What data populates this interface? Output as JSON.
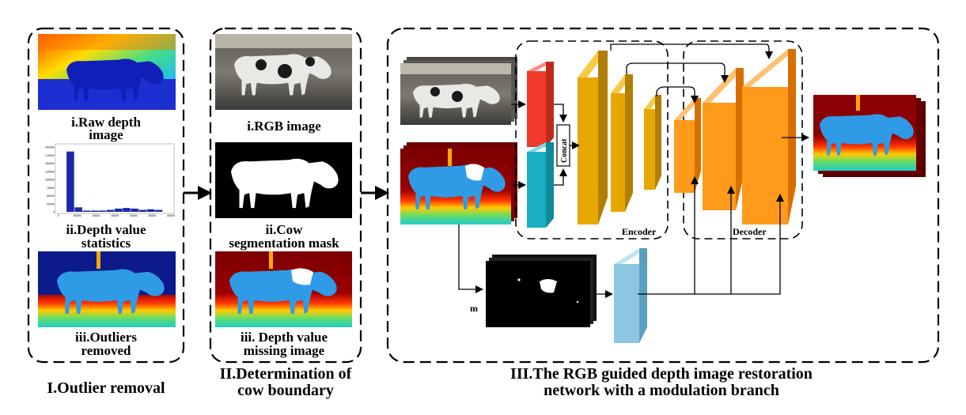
{
  "panel1": {
    "image1_label": [
      "i.Raw depth",
      "image"
    ],
    "image2_label": [
      "ii.Depth value",
      "statistics"
    ],
    "image3_label": [
      "iii.Outliers",
      "removed"
    ],
    "histogram": {
      "y_ticks": [
        "200000",
        "175000",
        "150000",
        "125000",
        "100000",
        "75000",
        "50000",
        "25000",
        "0"
      ],
      "x_ticks": [
        "0",
        "50000",
        "10000",
        "15000",
        "20000",
        "25000",
        "30000"
      ],
      "bars": [
        0.0,
        0.93,
        0.07,
        0.02,
        0.02,
        0.02,
        0.03,
        0.05,
        0.06,
        0.05,
        0.03,
        0.04,
        0.03,
        0.0
      ],
      "bar_color": "#1c2aa8"
    },
    "caption": "I.Outlier removal"
  },
  "panel2": {
    "image1_label": [
      "i.RGB image"
    ],
    "image2_label": [
      "ii.Cow",
      "segmentation mask"
    ],
    "image3_label": [
      "iii. Depth value",
      "missing image"
    ],
    "caption": [
      "II.Determination of",
      "cow boundary"
    ]
  },
  "panel3": {
    "concat_label": "Concat",
    "encoder_label": "Encoder",
    "decoder_label": "Decoder",
    "m_label": "m",
    "caption": [
      "III.The RGB guided depth image restoration",
      "network with a modulation branch"
    ]
  },
  "colors": {
    "depth_dark": "#8b0000",
    "depth_blue": "#1d9be0",
    "encoder": "#e6a800",
    "decoder": "#ff9a1a",
    "red_block": "#f03a2a",
    "cyan_block": "#1aaec4",
    "mod_block": "#8cc6e0"
  }
}
